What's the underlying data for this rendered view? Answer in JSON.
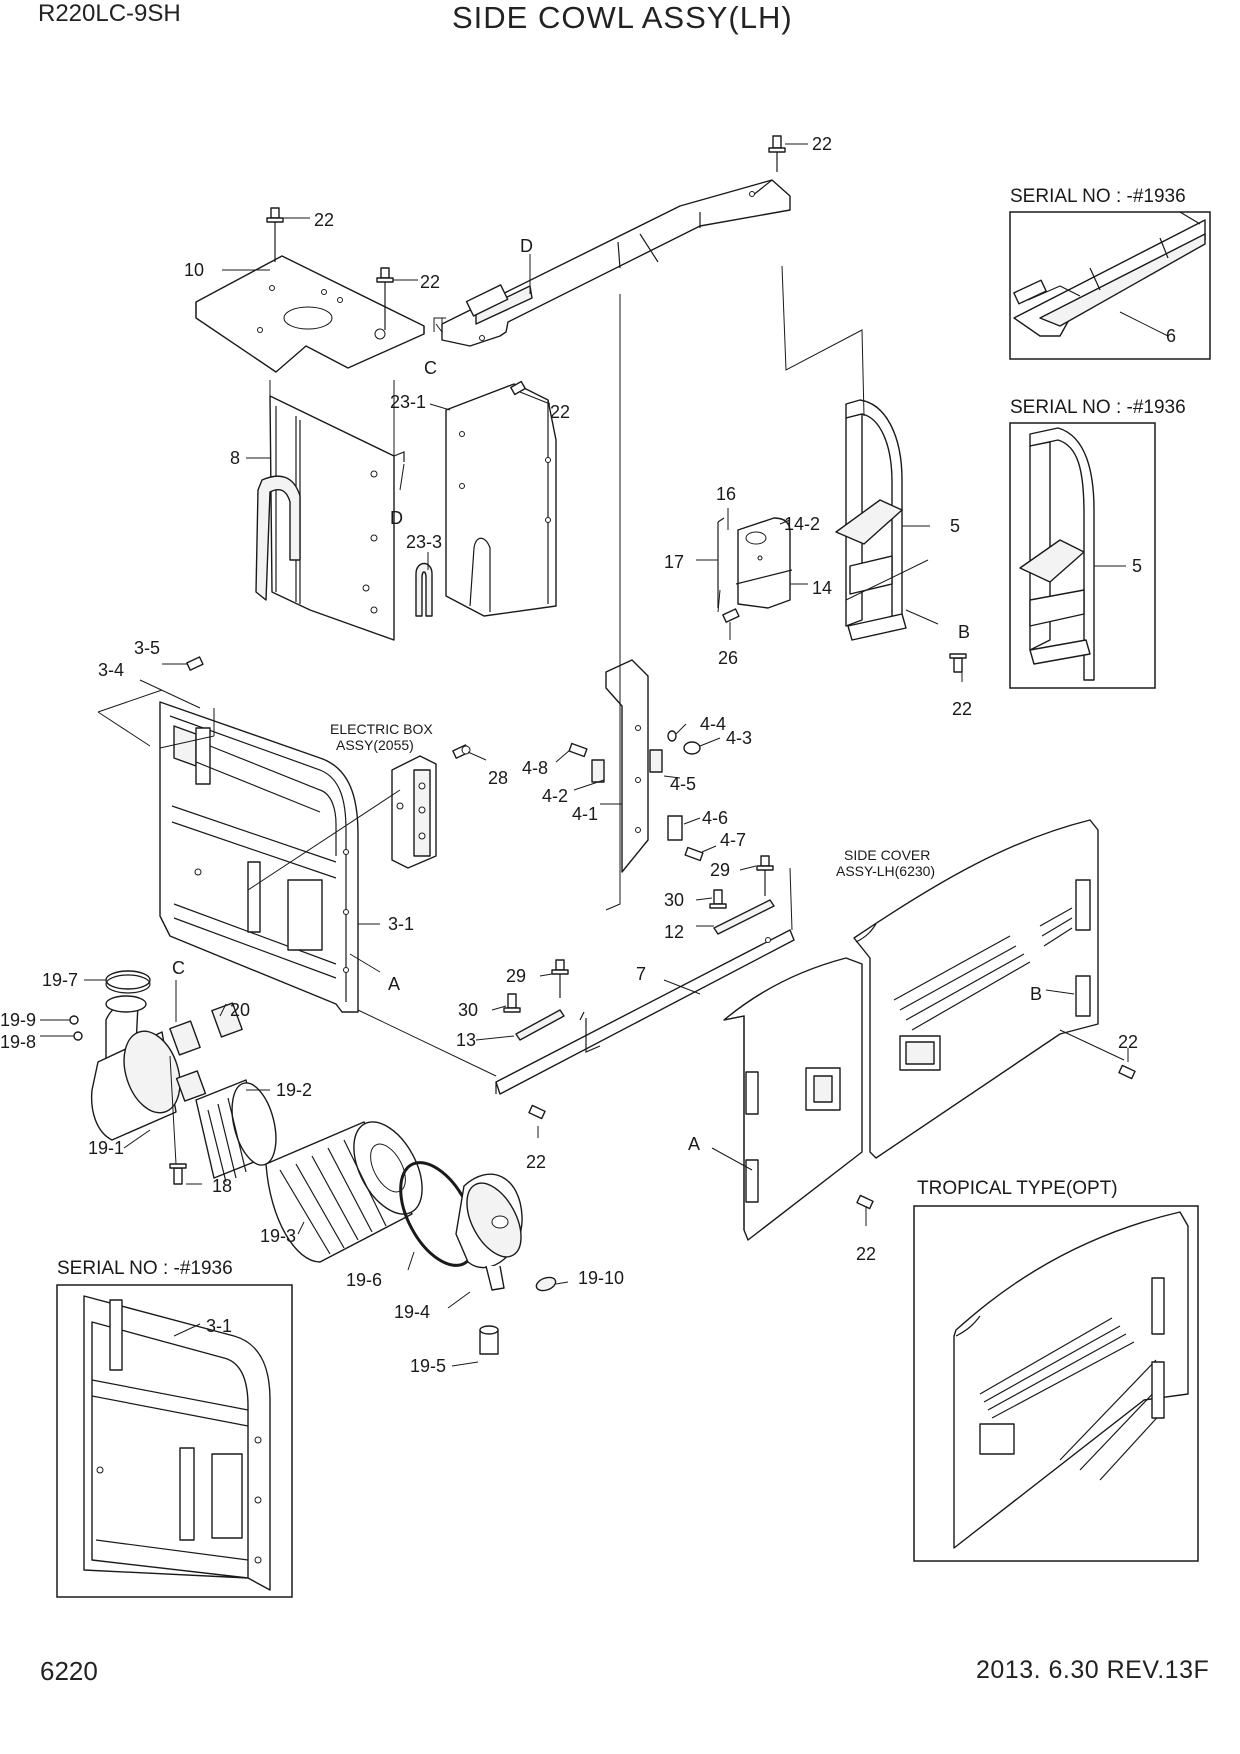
{
  "header": {
    "model": "R220LC-9SH",
    "title": "SIDE COWL ASSY(LH)"
  },
  "footer": {
    "page_number": "6220",
    "revision": "2013. 6.30  REV.13F"
  },
  "insets": {
    "serial_top": "SERIAL NO : -#1936",
    "serial_mid": "SERIAL NO : -#1936",
    "serial_bottom": "SERIAL NO : -#1936",
    "tropical": "TROPICAL TYPE(OPT)"
  },
  "notes": {
    "electric_box_line1": "ELECTRIC BOX",
    "electric_box_line2": "ASSY(2055)",
    "side_cover_line1": "SIDE COVER",
    "side_cover_line2": "ASSY-LH(6230)"
  },
  "callouts": [
    {
      "id": "c-22-a",
      "text": "22"
    },
    {
      "id": "c-22-b",
      "text": "22"
    },
    {
      "id": "c-22-c",
      "text": "22"
    },
    {
      "id": "c-22-d",
      "text": "22"
    },
    {
      "id": "c-22-e",
      "text": "22"
    },
    {
      "id": "c-22-f",
      "text": "22"
    },
    {
      "id": "c-22-g",
      "text": "22"
    },
    {
      "id": "c-22-h",
      "text": "22"
    },
    {
      "id": "c-10",
      "text": "10"
    },
    {
      "id": "c-D-top",
      "text": "D"
    },
    {
      "id": "c-C-top",
      "text": "C"
    },
    {
      "id": "c-23-1",
      "text": "23-1"
    },
    {
      "id": "c-8",
      "text": "8"
    },
    {
      "id": "c-D-mid",
      "text": "D"
    },
    {
      "id": "c-23-3",
      "text": "23-3"
    },
    {
      "id": "c-16",
      "text": "16"
    },
    {
      "id": "c-14-2",
      "text": "14-2"
    },
    {
      "id": "c-17",
      "text": "17"
    },
    {
      "id": "c-14",
      "text": "14"
    },
    {
      "id": "c-26",
      "text": "26"
    },
    {
      "id": "c-5",
      "text": "5"
    },
    {
      "id": "c-B-top",
      "text": "B"
    },
    {
      "id": "c-3-5",
      "text": "3-5"
    },
    {
      "id": "c-3-4",
      "text": "3-4"
    },
    {
      "id": "c-28",
      "text": "28"
    },
    {
      "id": "c-4-4",
      "text": "4-4"
    },
    {
      "id": "c-4-3",
      "text": "4-3"
    },
    {
      "id": "c-4-8",
      "text": "4-8"
    },
    {
      "id": "c-4-2",
      "text": "4-2"
    },
    {
      "id": "c-4-5",
      "text": "4-5"
    },
    {
      "id": "c-4-1",
      "text": "4-1"
    },
    {
      "id": "c-4-6",
      "text": "4-6"
    },
    {
      "id": "c-4-7",
      "text": "4-7"
    },
    {
      "id": "c-29-a",
      "text": "29"
    },
    {
      "id": "c-30-a",
      "text": "30"
    },
    {
      "id": "c-12",
      "text": "12"
    },
    {
      "id": "c-3-1",
      "text": "3-1"
    },
    {
      "id": "c-A-mid",
      "text": "A"
    },
    {
      "id": "c-7",
      "text": "7"
    },
    {
      "id": "c-29-b",
      "text": "29"
    },
    {
      "id": "c-30-b",
      "text": "30"
    },
    {
      "id": "c-13",
      "text": "13"
    },
    {
      "id": "c-B-right",
      "text": "B"
    },
    {
      "id": "c-19-7",
      "text": "19-7"
    },
    {
      "id": "c-C-mid",
      "text": "C"
    },
    {
      "id": "c-20",
      "text": "20"
    },
    {
      "id": "c-19-9",
      "text": "19-9"
    },
    {
      "id": "c-19-8",
      "text": "19-8"
    },
    {
      "id": "c-19-2",
      "text": "19-2"
    },
    {
      "id": "c-19-1",
      "text": "19-1"
    },
    {
      "id": "c-18",
      "text": "18"
    },
    {
      "id": "c-A-door",
      "text": "A"
    },
    {
      "id": "c-19-3",
      "text": "19-3"
    },
    {
      "id": "c-19-6",
      "text": "19-6"
    },
    {
      "id": "c-19-10",
      "text": "19-10"
    },
    {
      "id": "c-19-4",
      "text": "19-4"
    },
    {
      "id": "c-19-5",
      "text": "19-5"
    },
    {
      "id": "c-6-inset",
      "text": "6"
    },
    {
      "id": "c-5-inset",
      "text": "5"
    },
    {
      "id": "c-3-1-inset",
      "text": "3-1"
    }
  ]
}
